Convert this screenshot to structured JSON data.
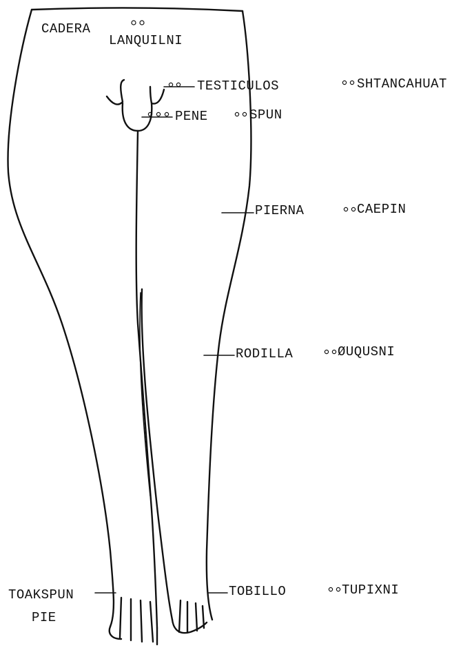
{
  "labels": {
    "hip_es": "CADERA",
    "hip_native": "LANQUILNI",
    "testicles_es": "TESTICULOS",
    "testicles_native": "SHTANCAHUAT",
    "penis_es": "PENE",
    "penis_native": "SPUN",
    "leg_es": "PIERNA",
    "leg_native": "CAEPIN",
    "knee_es": "RODILLA",
    "knee_native": "ØUQUSNI",
    "ankle_es": "TOBILLO",
    "ankle_native": "TUPIXNI",
    "foot_native": "TOAKSPUN",
    "foot_es": "PIE"
  }
}
